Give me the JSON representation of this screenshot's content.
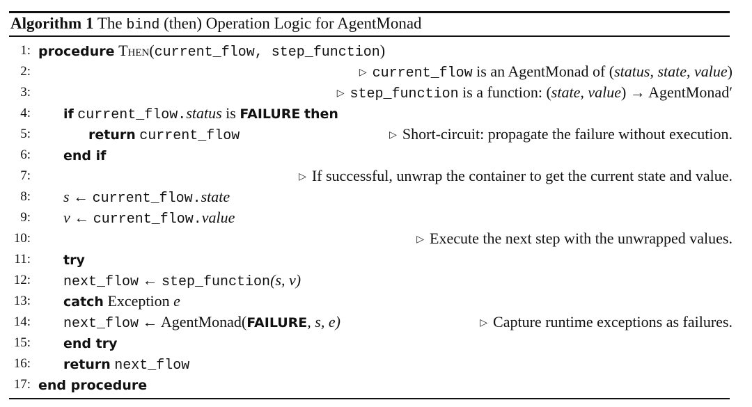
{
  "caption": {
    "label": "Algorithm 1",
    "text_pre": "The",
    "code_word": "bind",
    "text_post": "(then) Operation Logic for AgentMonad"
  },
  "comment_marker": "▷",
  "lines": [
    {
      "num": "1:",
      "keyword": "procedure",
      "name": "Then",
      "open": "(",
      "args": "current_flow, step_function",
      "close": ")"
    },
    {
      "num": "2:",
      "comment_code": "current_flow",
      "comment_text": " is an AgentMonad of (",
      "comment_math": "status, state, value",
      "comment_end": ")"
    },
    {
      "num": "3:",
      "comment_code": "step_function",
      "comment_text": " is a function: (",
      "comment_math": "state, value",
      "comment_end": ") → AgentMonad′"
    },
    {
      "num": "4:",
      "kw1": "if",
      "code": "current_flow.",
      "field": "status",
      "mid": " is ",
      "kw2": "FAILURE",
      "kw3": "then"
    },
    {
      "num": "5:",
      "keyword": "return",
      "code": "current_flow",
      "comment": "Short-circuit: propagate the failure without execution."
    },
    {
      "num": "6:",
      "keyword": "end if"
    },
    {
      "num": "7:",
      "comment": "If successful, unwrap the container to get the current state and value."
    },
    {
      "num": "8:",
      "var": "s",
      "arrow": " ← ",
      "code": "current_flow.",
      "field": "state"
    },
    {
      "num": "9:",
      "var": "v",
      "arrow": " ← ",
      "code": "current_flow.",
      "field": "value"
    },
    {
      "num": "10:",
      "comment": "Execute the next step with the unwrapped values."
    },
    {
      "num": "11:",
      "keyword": "try"
    },
    {
      "num": "12:",
      "code": "next_flow",
      "arrow": " ← ",
      "code2": "step_function",
      "args": "(s, v)"
    },
    {
      "num": "13:",
      "keyword": "catch",
      "text": " Exception ",
      "var": "e"
    },
    {
      "num": "14:",
      "code": "next_flow",
      "arrow": " ← ",
      "text": "AgentMonad(",
      "kw": "FAILURE",
      "args": ", s, e)",
      "comment": "Capture runtime exceptions as failures."
    },
    {
      "num": "15:",
      "keyword": "end try"
    },
    {
      "num": "16:",
      "keyword": "return",
      "code": "next_flow"
    },
    {
      "num": "17:",
      "keyword": "end procedure"
    }
  ]
}
